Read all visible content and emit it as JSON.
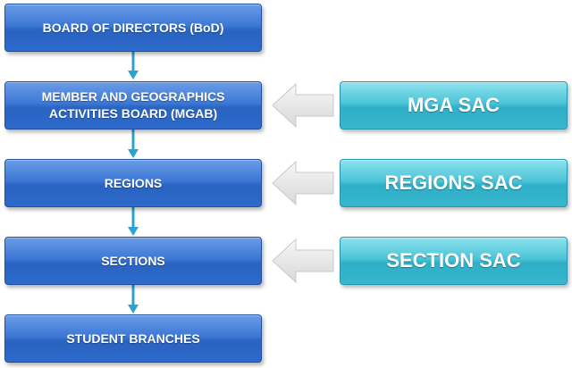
{
  "hierarchy": [
    {
      "label": "BOARD OF DIRECTORS (BoD)"
    },
    {
      "label": "MEMBER AND GEOGRAPHICS ACTIVITIES BOARD (MGAB)"
    },
    {
      "label": "REGIONS"
    },
    {
      "label": "SECTIONS"
    },
    {
      "label": "STUDENT BRANCHES"
    }
  ],
  "committees": [
    {
      "label": "MGA SAC"
    },
    {
      "label": "REGIONS SAC"
    },
    {
      "label": "SECTION SAC"
    }
  ],
  "colors": {
    "hierarchy_box": "#3d78d6",
    "committee_box": "#4cc4d8",
    "connector": "#2aa4cf",
    "pointer_arrow": "#e9e9e9"
  }
}
